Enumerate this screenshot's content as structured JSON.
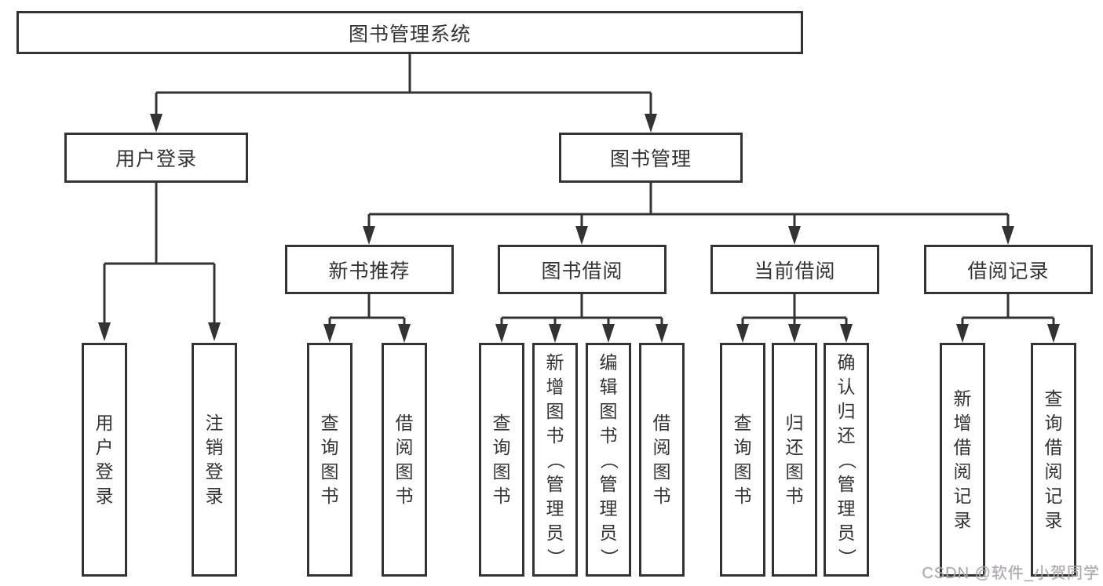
{
  "page": {
    "watermark": "CSDN @软件_小贺同学"
  },
  "colors": {
    "line": "#333333",
    "box_border": "#333333",
    "text": "#333333",
    "background": "#ffffff",
    "watermark": "#a8a8a8"
  },
  "nodes": {
    "root": {
      "label": "图书管理系统"
    },
    "level2": [
      {
        "label": "用户登录"
      },
      {
        "label": "图书管理"
      }
    ],
    "level3": [
      {
        "label": "新书推荐"
      },
      {
        "label": "图书借阅"
      },
      {
        "label": "当前借阅"
      },
      {
        "label": "借阅记录"
      }
    ],
    "leaves": [
      {
        "label": "用户登录"
      },
      {
        "label": "注销登录"
      },
      {
        "label": "查询图书"
      },
      {
        "label": "借阅图书"
      },
      {
        "label": "查询图书"
      },
      {
        "label": "新增图书（管理员）"
      },
      {
        "label": "编辑图书（管理员）"
      },
      {
        "label": "借阅图书"
      },
      {
        "label": "查询图书"
      },
      {
        "label": "归还图书"
      },
      {
        "label": "确认归还（管理员）"
      },
      {
        "label": "新增借阅记录"
      },
      {
        "label": "查询借阅记录"
      }
    ]
  }
}
